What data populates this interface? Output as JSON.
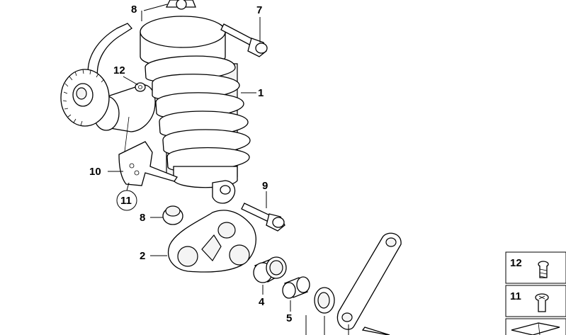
{
  "diagram": {
    "callouts": {
      "p1": "1",
      "p2": "2",
      "p4": "4",
      "p5": "5",
      "p7": "7",
      "p8_top": "8",
      "p8_mid": "8",
      "p9": "9",
      "p10": "10",
      "p11_circled": "11",
      "p12": "12"
    },
    "side_legend": {
      "items": [
        {
          "number": "12",
          "icon": "screw-icon"
        },
        {
          "number": "11",
          "icon": "bolt-head-icon"
        },
        {
          "number": "",
          "icon": "bracket-icon"
        }
      ]
    }
  }
}
